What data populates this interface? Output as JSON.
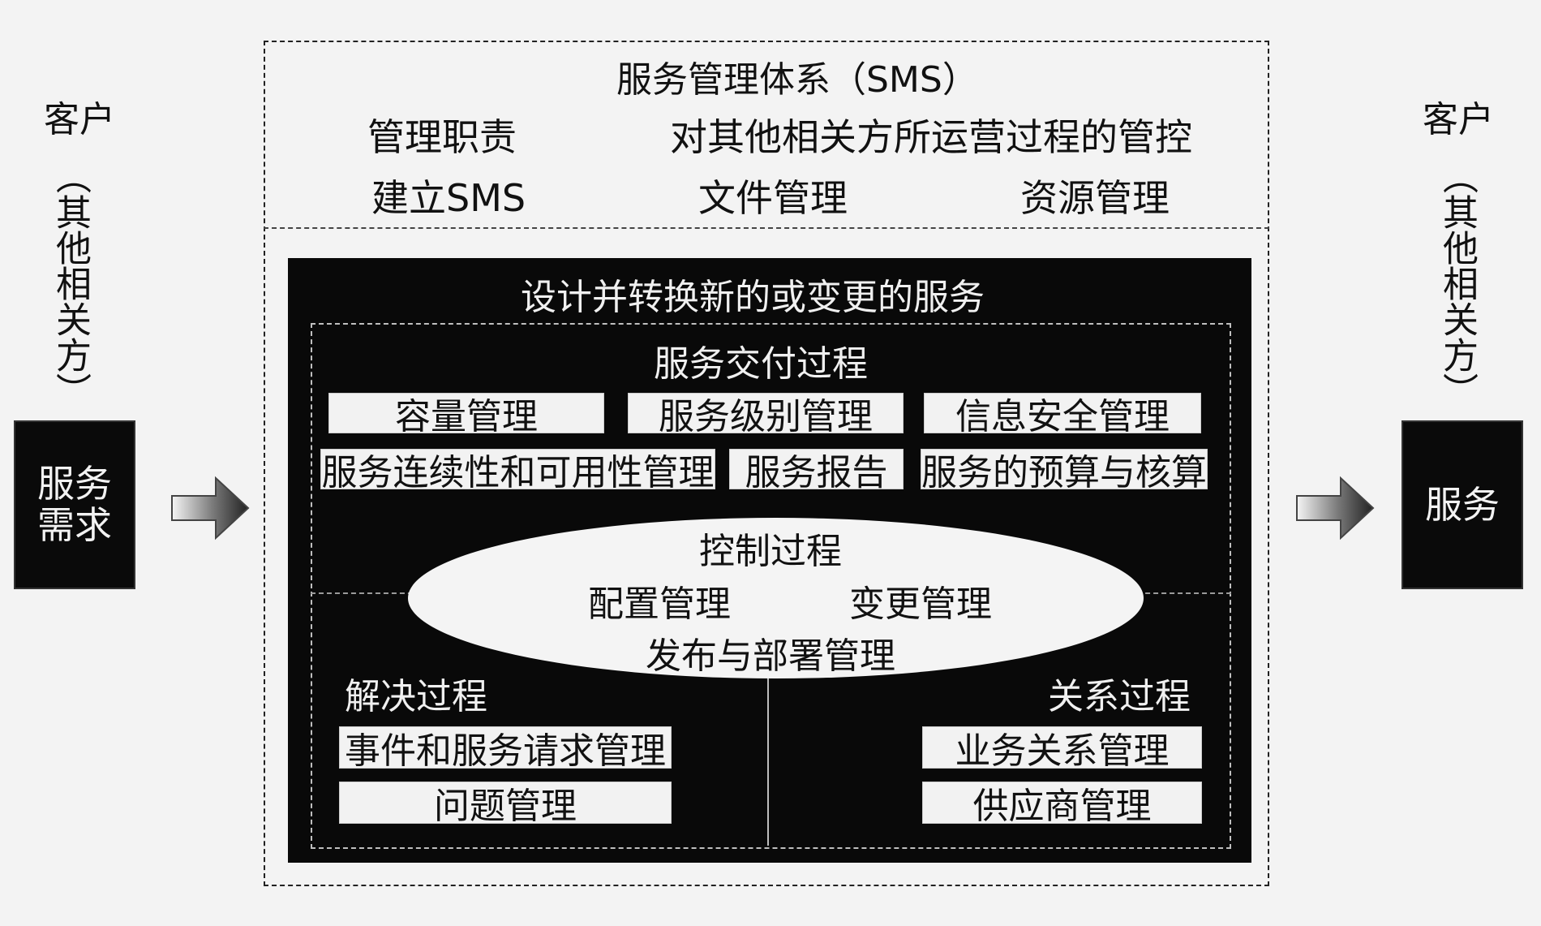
{
  "left_client": {
    "title": "客户",
    "subtitle": "（其他相关方）",
    "box_label": "服务需求"
  },
  "right_client": {
    "title": "客户",
    "subtitle": "（其他相关方）",
    "box_label": "服务"
  },
  "sms": {
    "title": "服务管理体系（SMS）",
    "items": {
      "management_responsibility": "管理职责",
      "governance": "对其他相关方所运营过程的管控",
      "establish": "建立SMS",
      "documentation": "文件管理",
      "resources": "资源管理"
    }
  },
  "design": {
    "title": "设计并转换新的或变更的服务"
  },
  "delivery": {
    "title": "服务交付过程",
    "row1": [
      "容量管理",
      "服务级别管理",
      "信息安全管理"
    ],
    "row2": [
      "服务连续性和可用性管理",
      "服务报告",
      "服务的预算与核算"
    ]
  },
  "control": {
    "title": "控制过程",
    "config": "配置管理",
    "change": "变更管理",
    "release": "发布与部署管理"
  },
  "resolution": {
    "title": "解决过程",
    "items": [
      "事件和服务请求管理",
      "问题管理"
    ]
  },
  "relationship": {
    "title": "关系过程",
    "items": [
      "业务关系管理",
      "供应商管理"
    ]
  },
  "colors": {
    "black": "#0a0a0a",
    "box_white": "#f2f2f2",
    "background": "#f3f3f3"
  }
}
